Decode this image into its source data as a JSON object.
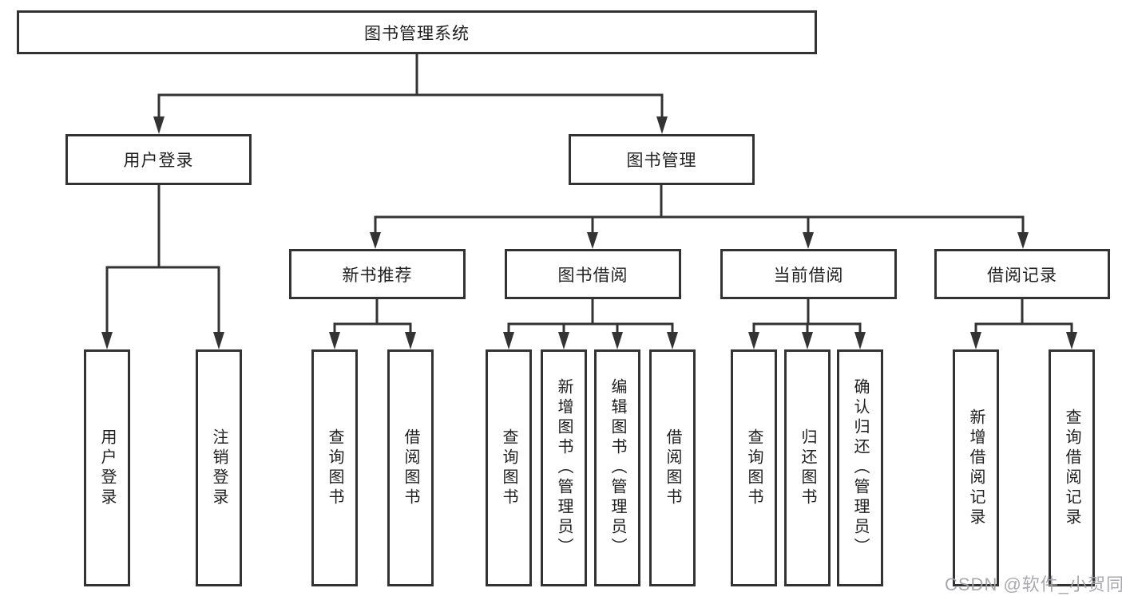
{
  "tree": {
    "label": "图书管理系统",
    "children": [
      {
        "label": "用户登录",
        "children": [
          {
            "label": "用户登录"
          },
          {
            "label": "注销登录"
          }
        ]
      },
      {
        "label": "图书管理",
        "children": [
          {
            "label": "新书推荐",
            "children": [
              {
                "label": "查询图书"
              },
              {
                "label": "借阅图书"
              }
            ]
          },
          {
            "label": "图书借阅",
            "children": [
              {
                "label": "查询图书"
              },
              {
                "label": "新增图书（管理员）"
              },
              {
                "label": "编辑图书（管理员）"
              },
              {
                "label": "借阅图书"
              }
            ]
          },
          {
            "label": "当前借阅",
            "children": [
              {
                "label": "查询图书"
              },
              {
                "label": "归还图书"
              },
              {
                "label": "确认归还（管理员）"
              }
            ]
          },
          {
            "label": "借阅记录",
            "children": [
              {
                "label": "新增借阅记录"
              },
              {
                "label": "查询借阅记录"
              }
            ]
          }
        ]
      }
    ]
  },
  "watermark": {
    "text": "CSDN @软件_小贺同学"
  },
  "colors": {
    "line": "#333333",
    "box_border": "#333333",
    "box_background": "#ffffff",
    "text": "#1f1f1f",
    "watermark": "#a3a3a8"
  }
}
